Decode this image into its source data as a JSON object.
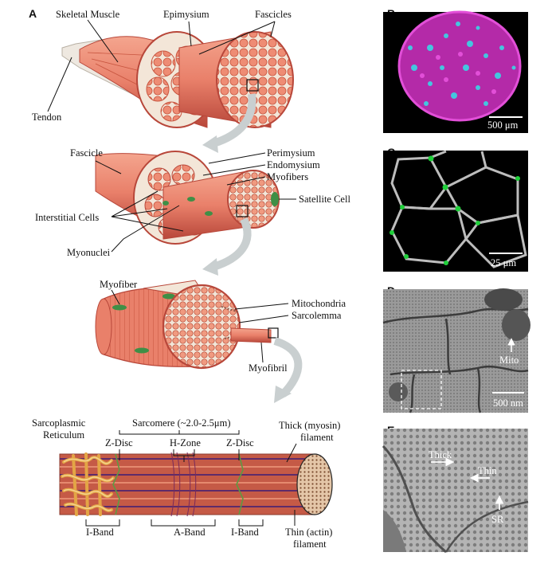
{
  "colors": {
    "muscle": "#e9806a",
    "muscle_dark": "#c8553f",
    "muscle_light": "#f6b7a3",
    "tissue": "#f3e6d8",
    "tendon": "#e7e4dc",
    "nucleus": "#3f8f46",
    "magenta": "#d532c9",
    "cyan": "#38d7e6",
    "green": "#1fcf3a",
    "sr": "#f1c56b"
  },
  "panels": {
    "a": "A",
    "b": "B",
    "c": "C",
    "d": "D",
    "e": "E"
  },
  "labels": {
    "skeletal_muscle": "Skeletal Muscle",
    "epimysium": "Epimysium",
    "fascicles": "Fascicles",
    "tendon": "Tendon",
    "fascicle": "Fascicle",
    "perimysium": "Perimysium",
    "endomysium": "Endomysium",
    "myofibers": "Myofibers",
    "satellite_cell": "Satellite Cell",
    "interstitial_cells": "Interstitial Cells",
    "myonuclei": "Myonuclei",
    "myofiber": "Myofiber",
    "mitochondria": "Mitochondria",
    "sarcolemma": "Sarcolemma",
    "myofibril": "Myofibril",
    "sarcoplasmic_1": "Sarcoplasmic",
    "sarcoplasmic_2": "Reticulum",
    "sarcomere": "Sarcomere (~2.0-2.5μm)",
    "z_disc_left": "Z-Disc",
    "h_zone": "H-Zone",
    "z_disc_right": "Z-Disc",
    "thick_1": "Thick (myosin)",
    "thick_2": "filament",
    "i_band_left": "I-Band",
    "a_band": "A-Band",
    "i_band_right": "I-Band",
    "thin_1": "Thin (actin)",
    "thin_2": "filament"
  },
  "micrographs": {
    "b_scale": "500 μm",
    "c_scale": "25 μm",
    "d_mito": "Mito",
    "d_scale": "500 nm",
    "e_thick": "Thick",
    "e_thin": "Thin",
    "e_sr": "SR"
  }
}
